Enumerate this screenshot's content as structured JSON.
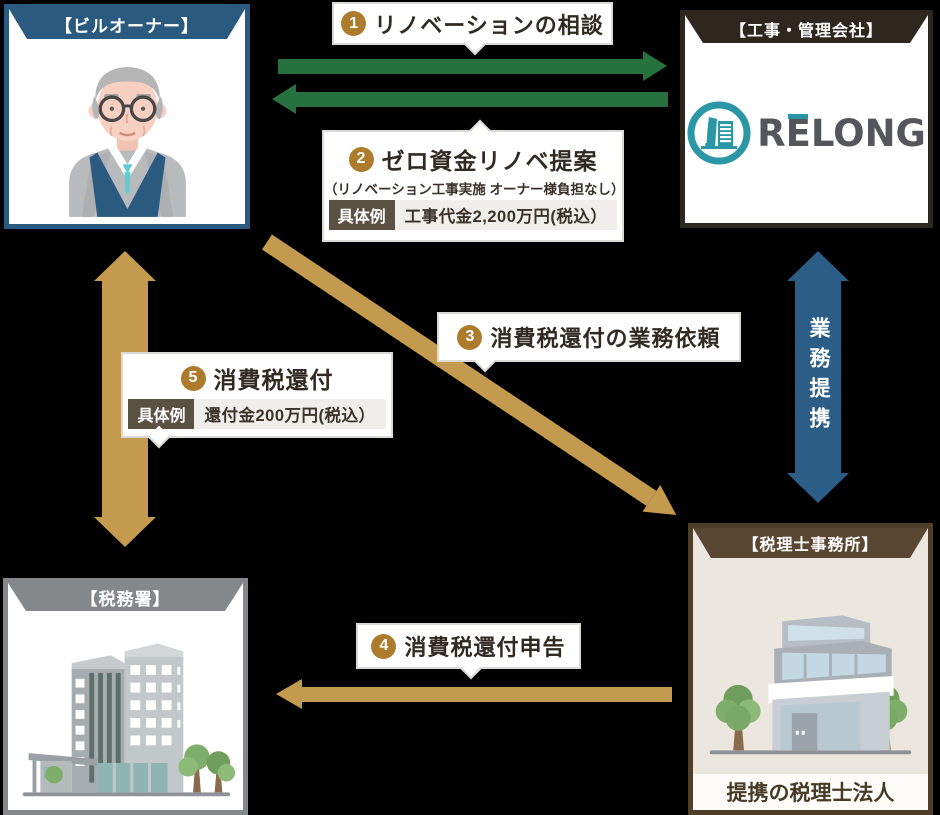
{
  "boxes": {
    "owner": {
      "title": "【ビルオーナー】"
    },
    "contractor": {
      "title": "【工事・管理会社】",
      "logo_prefix": "R",
      "logo_e": "E",
      "logo_suffix": "LONG"
    },
    "tax_accountant": {
      "title": "【税理士事務所】",
      "caption": "提携の税理士法人"
    },
    "tax_office": {
      "title": "【税務署】"
    }
  },
  "steps": {
    "s1": {
      "num": "1",
      "text": "リノベーションの相談"
    },
    "s2": {
      "num": "2",
      "title": "ゼロ資金リノベ提案",
      "note": "（リノベーション工事実施 オーナー様負担なし）",
      "example_label": "具体例",
      "example_value": "工事代金2,200万円(税込）"
    },
    "s3": {
      "num": "3",
      "text": "消費税還付の業務依頼"
    },
    "s4": {
      "num": "4",
      "text": "消費税還付申告"
    },
    "s5": {
      "num": "5",
      "title": "消費税還付",
      "example_label": "具体例",
      "example_value": "還付金200万円(税込）"
    }
  },
  "partnership_label": "業務提携",
  "colors": {
    "background": "#000000",
    "green_arrow": "#27713f",
    "gold_arrow": "#c49a4e",
    "blue_arrow": "#2b5d87",
    "owner_blue": "#2a5a80",
    "contractor_dark": "#2e271d",
    "accountant_brown": "#5a4733",
    "tax_office_gray": "#85888b",
    "step_circle_gold": "#ad7b2c",
    "example_label_bg": "#5a5142",
    "logo_teal": "#2b97a6",
    "logo_gray": "#55565b"
  }
}
